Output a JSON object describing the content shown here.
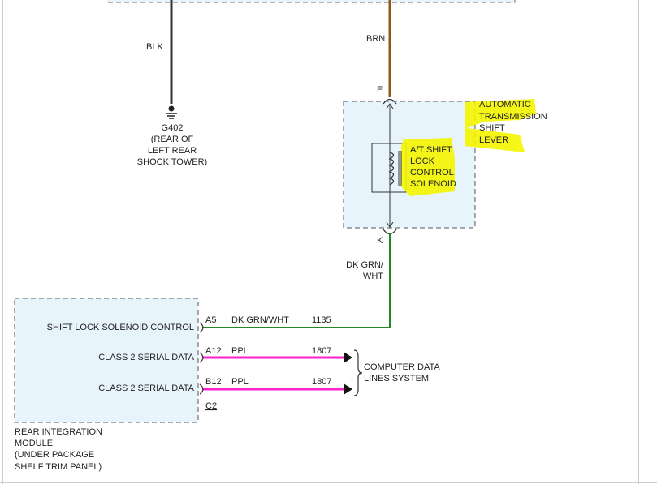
{
  "colors": {
    "blk": "#333333",
    "brn": "#8b5a14",
    "dkgrn": "#1f8a1f",
    "ppl": "#ff22cc",
    "box_fill": "#e8f4fc",
    "box_stroke": "#555555",
    "highlight": "#f5f500"
  },
  "wires": {
    "blk_label": "BLK",
    "brn_label": "BRN",
    "dkgrn_wht_label_line1": "DK GRN/",
    "dkgrn_wht_label_line2": "WHT"
  },
  "ground": {
    "id": "G402",
    "line1": "(REAR OF",
    "line2": "LEFT REAR",
    "line3": "SHOCK TOWER)"
  },
  "shift_lever": {
    "pin_top": "E",
    "pin_bottom": "K",
    "title_line1": "AUTOMATIC",
    "title_line2": "TRANSMISSION",
    "title_line3": "SHIFT",
    "title_line4": "LEVER",
    "solenoid_line1": "A/T SHIFT",
    "solenoid_line2": "LOCK",
    "solenoid_line3": "CONTROL",
    "solenoid_line4": "SOLENOID"
  },
  "module": {
    "rows": [
      {
        "label": "SHIFT LOCK SOLENOID CONTROL",
        "pin": "A5",
        "wire": "DK GRN/WHT",
        "circuit": "1135"
      },
      {
        "label": "CLASS 2 SERIAL DATA",
        "pin": "A12",
        "wire": "PPL",
        "circuit": "1807"
      },
      {
        "label": "CLASS 2 SERIAL DATA",
        "pin": "B12",
        "wire": "PPL",
        "circuit": "1807"
      }
    ],
    "connector": "C2",
    "name_line1": "REAR INTEGRATION",
    "name_line2": "MODULE",
    "name_line3": "(UNDER PACKAGE",
    "name_line4": "SHELF TRIM PANEL)"
  },
  "data_lines": {
    "line1": "COMPUTER DATA",
    "line2": "LINES SYSTEM"
  }
}
